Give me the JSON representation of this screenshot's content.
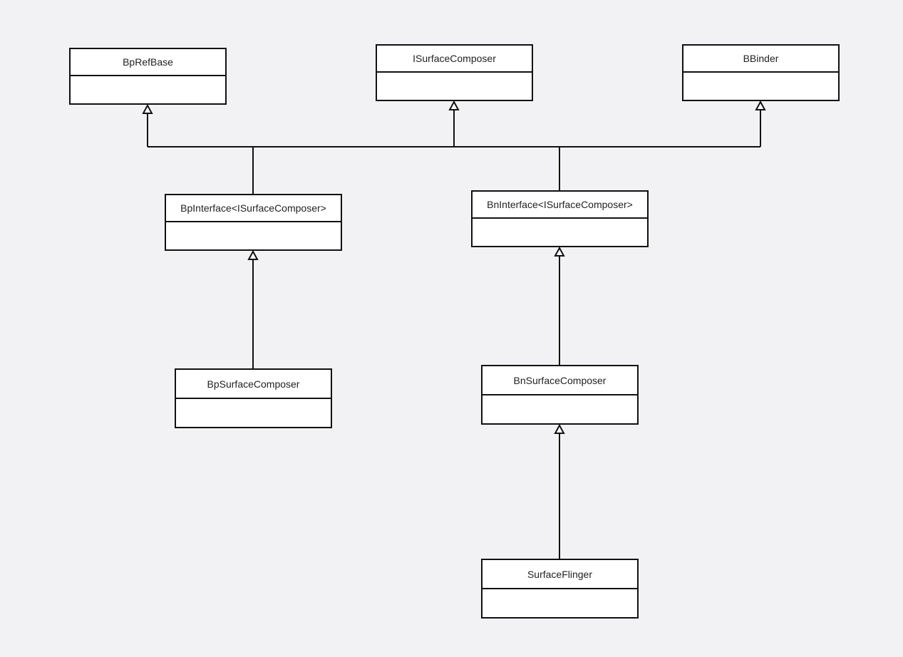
{
  "diagram": {
    "classes": [
      {
        "id": "bprefbase",
        "name": "BpRefBase"
      },
      {
        "id": "isurfacecomposer",
        "name": "ISurfaceComposer"
      },
      {
        "id": "bbinder",
        "name": "BBinder"
      },
      {
        "id": "bpinterface",
        "name": "BpInterface<ISurfaceComposer>"
      },
      {
        "id": "bninterface",
        "name": "BnInterface<ISurfaceComposer>"
      },
      {
        "id": "bpsurfacecomposer",
        "name": "BpSurfaceComposer"
      },
      {
        "id": "bnsurfacecomposer",
        "name": "BnSurfaceComposer"
      },
      {
        "id": "surfaceflinger",
        "name": "SurfaceFlinger"
      }
    ],
    "relations": [
      {
        "type": "generalization",
        "from": "bpinterface",
        "to": "bprefbase"
      },
      {
        "type": "generalization",
        "from": "bpinterface",
        "to": "isurfacecomposer"
      },
      {
        "type": "generalization",
        "from": "bninterface",
        "to": "isurfacecomposer"
      },
      {
        "type": "generalization",
        "from": "bninterface",
        "to": "bbinder"
      },
      {
        "type": "generalization",
        "from": "bpsurfacecomposer",
        "to": "bpinterface"
      },
      {
        "type": "generalization",
        "from": "bnsurfacecomposer",
        "to": "bninterface"
      },
      {
        "type": "generalization",
        "from": "surfaceflinger",
        "to": "bnsurfacecomposer"
      }
    ],
    "colors": {
      "background": "#f2f2f4",
      "line": "#111111",
      "box_fill": "#ffffff"
    }
  }
}
